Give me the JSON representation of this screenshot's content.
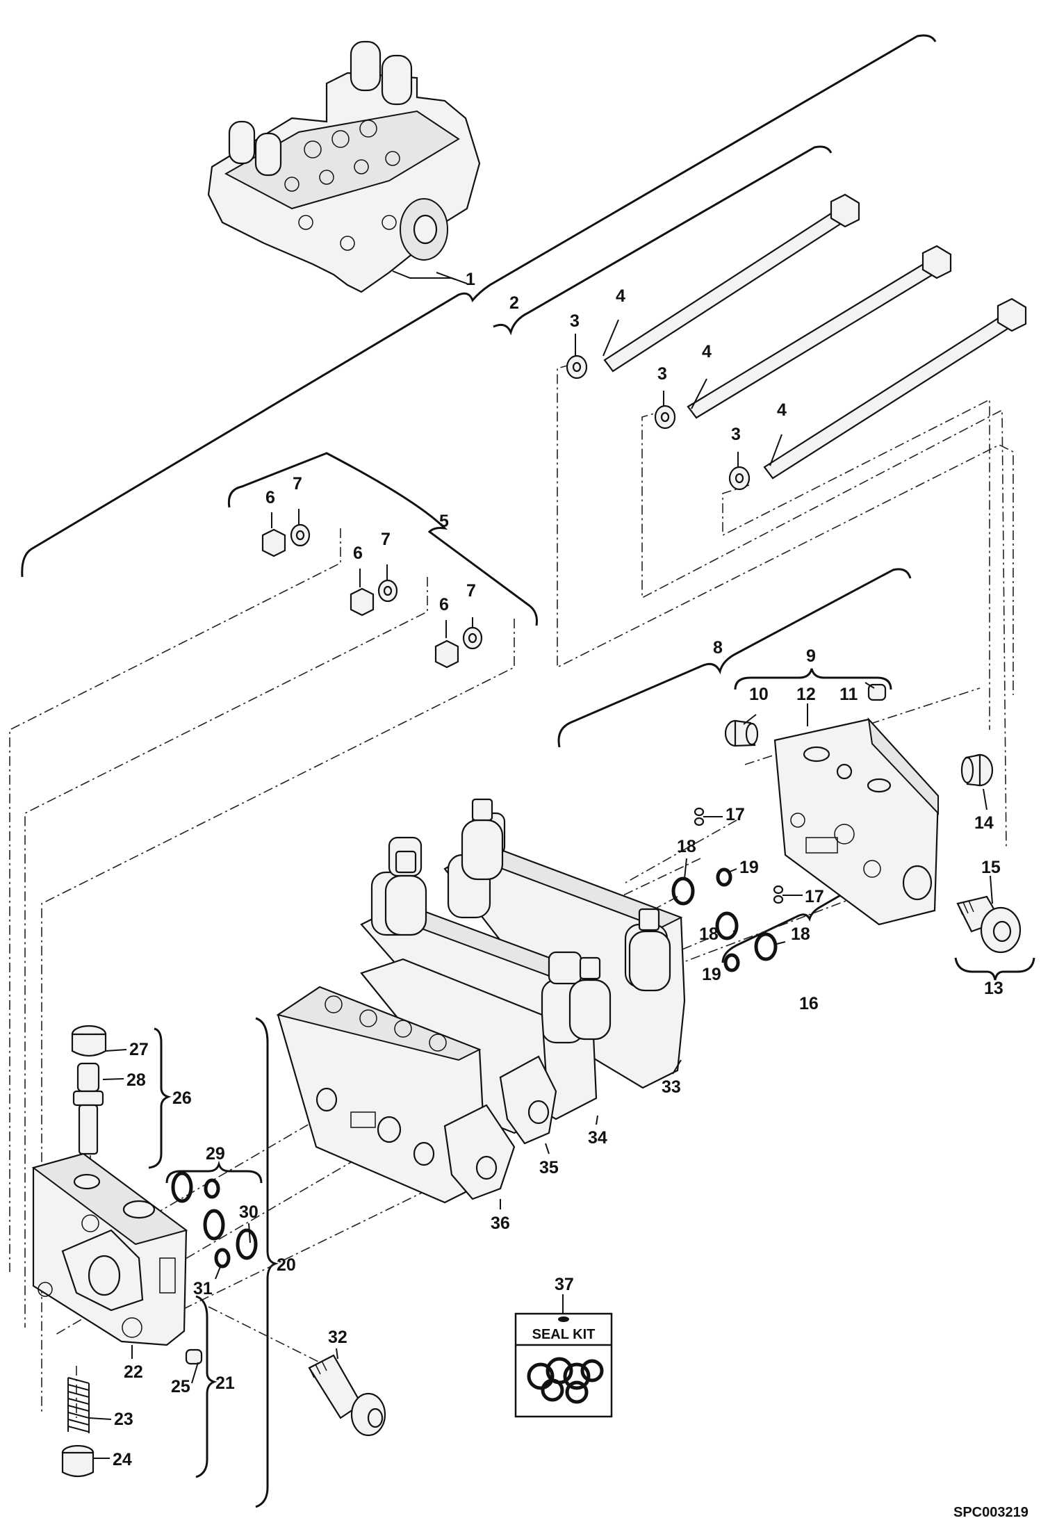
{
  "callouts": {
    "c1": "1",
    "c2": "2",
    "c3a": "3",
    "c3b": "3",
    "c3c": "3",
    "c4a": "4",
    "c4b": "4",
    "c4c": "4",
    "c5": "5",
    "c6a": "6",
    "c6b": "6",
    "c6c": "6",
    "c7a": "7",
    "c7b": "7",
    "c7c": "7",
    "c8": "8",
    "c9": "9",
    "c10": "10",
    "c11": "11",
    "c12": "12",
    "c13": "13",
    "c14": "14",
    "c15": "15",
    "c16": "16",
    "c17a": "17",
    "c17b": "17",
    "c18a": "18",
    "c18b": "18",
    "c18c": "18",
    "c19a": "19",
    "c19b": "19",
    "c20": "20",
    "c21": "21",
    "c22": "22",
    "c23": "23",
    "c24": "24",
    "c25": "25",
    "c26": "26",
    "c27": "27",
    "c28": "28",
    "c29": "29",
    "c30": "30",
    "c31": "31",
    "c32": "32",
    "c33": "33",
    "c34": "34",
    "c35": "35",
    "c36": "36",
    "c37": "37"
  },
  "seal_kit_label": "SEAL KIT",
  "drawing_code": "SPC003219"
}
